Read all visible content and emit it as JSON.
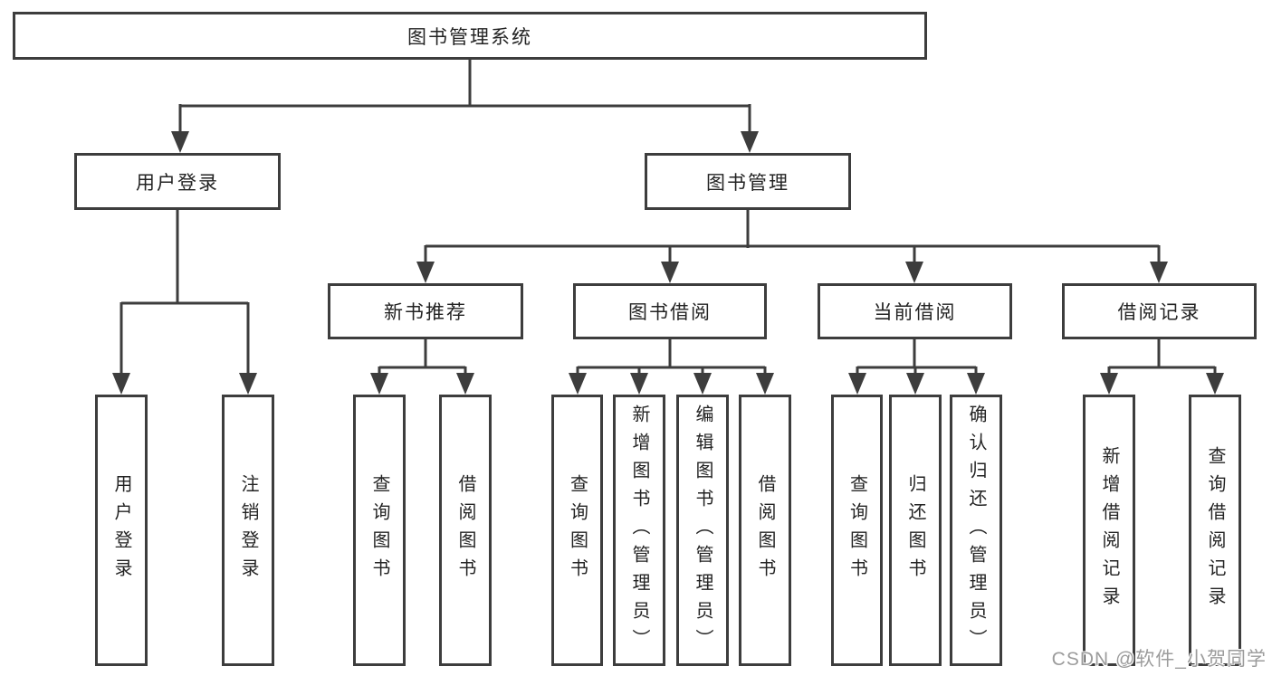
{
  "nodes": {
    "root": {
      "label": "图书管理系统"
    },
    "user_login": {
      "label": "用户登录"
    },
    "book_management": {
      "label": "图书管理"
    },
    "new_book_recommendation": {
      "label": "新书推荐"
    },
    "book_borrowing": {
      "label": "图书借阅"
    },
    "current_borrowing": {
      "label": "当前借阅"
    },
    "borrowing_records": {
      "label": "借阅记录"
    },
    "user_login_leaf": {
      "label": "用户登录"
    },
    "logout_leaf": {
      "label": "注销登录"
    },
    "recommend_query_books": {
      "label": "查询图书"
    },
    "recommend_borrow_books": {
      "label": "借阅图书"
    },
    "borrowing_query_books": {
      "label": "查询图书"
    },
    "borrowing_add_books": {
      "label": "新增图书（管理员）"
    },
    "borrowing_edit_books": {
      "label": "编辑图书（管理员）"
    },
    "borrowing_borrow_books": {
      "label": "借阅图书"
    },
    "current_query_books": {
      "label": "查询图书"
    },
    "current_return_books": {
      "label": "归还图书"
    },
    "current_confirm_return": {
      "label": "确认归还（管理员）"
    },
    "records_add_record": {
      "label": "新增借阅记录"
    },
    "records_query_record": {
      "label": "查询借阅记录"
    }
  },
  "watermark": "CSDN @软件_小贺同学",
  "colors": {
    "line": "#3d3d3d",
    "text": "#232323",
    "watermark_text": "#9c9c9c",
    "background": "#ffffff"
  }
}
